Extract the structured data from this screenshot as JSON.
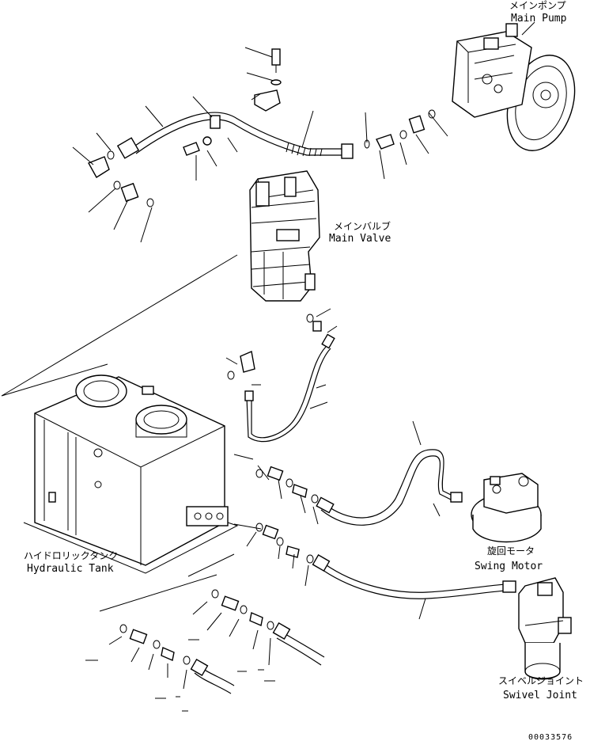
{
  "labels": {
    "main_pump_jp": "メインポンプ",
    "main_pump_en": "Main Pump",
    "main_valve_jp": "メインバルブ",
    "main_valve_en": "Main Valve",
    "hydraulic_tank_jp": "ハイドロリックタンク",
    "hydraulic_tank_en": "Hydraulic Tank",
    "swing_motor_jp": "旋回モータ",
    "swing_motor_en": "Swing Motor",
    "swivel_joint_jp": "スイベルジョイント",
    "swivel_joint_en": "Swivel Joint"
  },
  "document_number": "00033576"
}
